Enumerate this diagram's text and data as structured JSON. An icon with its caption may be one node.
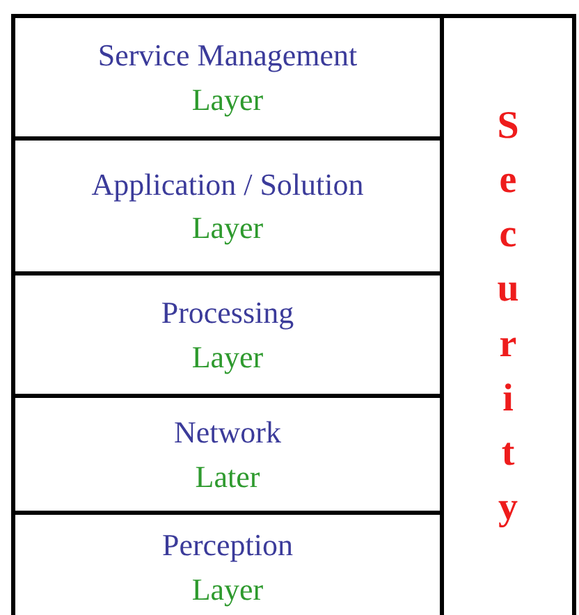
{
  "diagram": {
    "nodes": [
      {
        "text": [
          "Service Management",
          "Layer"
        ]
      },
      {
        "text": [
          "Application / Solution",
          "Layer"
        ]
      },
      {
        "text": [
          "Processing",
          "Layer"
        ]
      },
      {
        "text": [
          "Network",
          "Later"
        ]
      },
      {
        "text": [
          "Perception",
          "Layer"
        ]
      },
      {
        "text": [
          "Security"
        ]
      }
    ]
  }
}
